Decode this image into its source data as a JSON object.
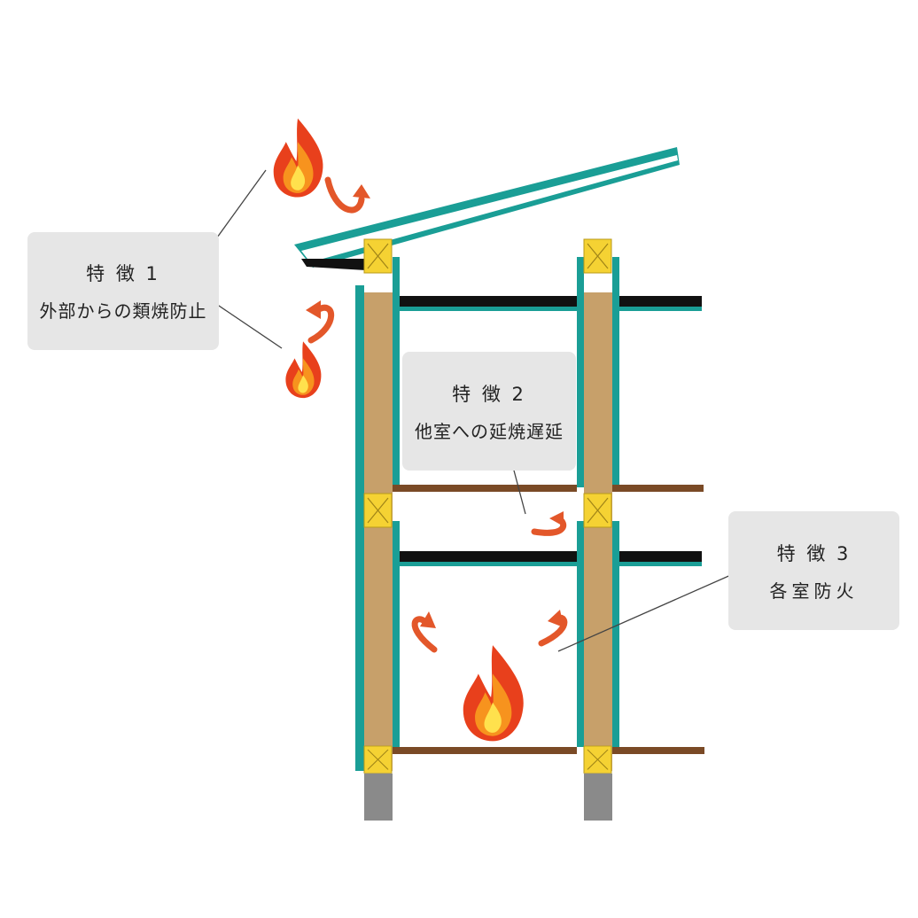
{
  "features": [
    {
      "title": "特 徴 1",
      "description": "外部からの類焼防止"
    },
    {
      "title": "特 徴 2",
      "description": "他室への延焼遅延"
    },
    {
      "title": "特 徴 3",
      "description": "各室防火"
    }
  ],
  "colors": {
    "teal_board": "#1a9e96",
    "timber_post": "#c7a06a",
    "joint_block": "#f5d233",
    "floor_beam": "#7a4a26",
    "ceiling_board": "#111111",
    "foundation": "#8a8a8a",
    "flame_outer": "#e8401c",
    "flame_mid": "#f7931e",
    "flame_inner": "#ffe14d",
    "arrow": "#e3572a",
    "callout_bg": "#e6e6e6"
  },
  "icons": [
    "flame-icon",
    "curved-arrow-icon",
    "joint-cross-icon"
  ]
}
